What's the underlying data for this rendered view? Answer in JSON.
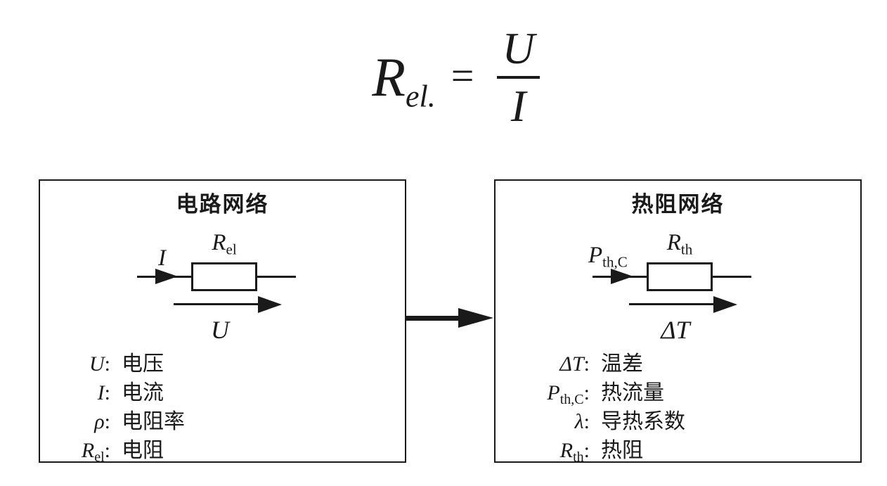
{
  "colors": {
    "ink": "#1a1a1a",
    "background": "#ffffff"
  },
  "formula": {
    "lhs_base": "R",
    "lhs_sub": "el.",
    "equals": "=",
    "numerator": "U",
    "denominator": "I"
  },
  "left_box": {
    "title": "电路网络",
    "circuit": {
      "flow_label": "I",
      "resistor_base": "R",
      "resistor_sub": "el",
      "drop_label": "U"
    },
    "legend": [
      {
        "sym_base": "U",
        "sym_sub": "",
        "colon": ":",
        "desc": "电压"
      },
      {
        "sym_base": "I",
        "sym_sub": "",
        "colon": ":",
        "desc": "电流"
      },
      {
        "sym_base": "ρ",
        "sym_sub": "",
        "colon": ":",
        "desc": "电阻率"
      },
      {
        "sym_base": "R",
        "sym_sub": "el",
        "colon": ":",
        "desc": "电阻"
      }
    ]
  },
  "right_box": {
    "title": "热阻网络",
    "circuit": {
      "flow_base": "P",
      "flow_sub": "th,C",
      "resistor_base": "R",
      "resistor_sub": "th",
      "drop_label": "ΔT"
    },
    "legend": [
      {
        "sym_base": "ΔT",
        "sym_sub": "",
        "colon": ":",
        "desc": "温差"
      },
      {
        "sym_base": "P",
        "sym_sub": "th,C",
        "colon": ":",
        "desc": "热流量"
      },
      {
        "sym_base": "λ",
        "sym_sub": "",
        "colon": ":",
        "desc": "导热系数"
      },
      {
        "sym_base": "R",
        "sym_sub": "th",
        "colon": ":",
        "desc": "热阻"
      }
    ]
  }
}
